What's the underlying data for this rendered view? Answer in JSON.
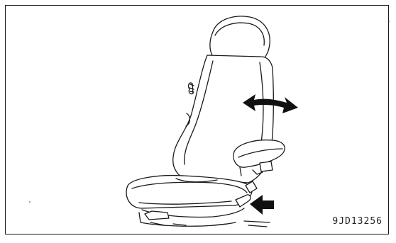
{
  "figure": {
    "code": "9JD13256",
    "subject": "operator-seat",
    "arrows": [
      {
        "name": "recline-arrow",
        "direction": "double-headed"
      },
      {
        "name": "lever-pointer-arrow",
        "direction": "left"
      }
    ],
    "colors": {
      "line": "#1a1a1a",
      "fill": "#ffffff",
      "arrow": "#111111"
    }
  }
}
